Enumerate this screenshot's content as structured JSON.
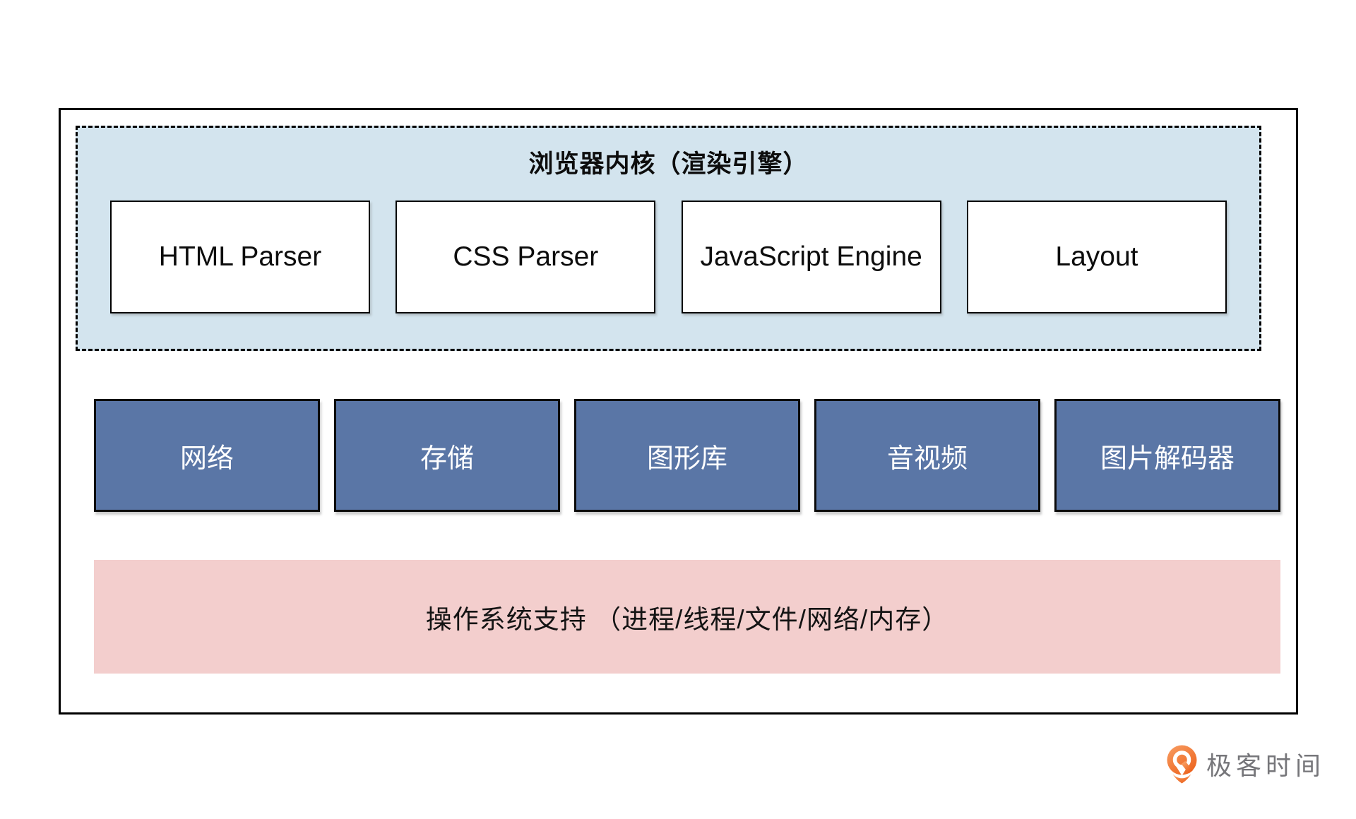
{
  "diagram": {
    "kernel": {
      "title": "浏览器内核（渲染引擎）",
      "modules": [
        "HTML Parser",
        "CSS Parser",
        "JavaScript Engine",
        "Layout"
      ]
    },
    "platform_modules": [
      "网络",
      "存储",
      "图形库",
      "音视频",
      "图片解码器"
    ],
    "os_support": "操作系统支持 （进程/线程/文件/网络/内存）"
  },
  "branding": {
    "logo_text": "极客时间",
    "logo_icon": "geektime-pin-icon"
  },
  "colors": {
    "kernel_bg": "#d3e4ee",
    "module_bg": "#ffffff",
    "platform_bg": "#5a76a6",
    "platform_text": "#ffffff",
    "os_bg": "#f3cecd",
    "frame_border": "#000000",
    "text": "#0d0d0d",
    "logo_text_color": "#76767a",
    "logo_orange": "#ed6520",
    "logo_orange_light": "#f89e63"
  }
}
